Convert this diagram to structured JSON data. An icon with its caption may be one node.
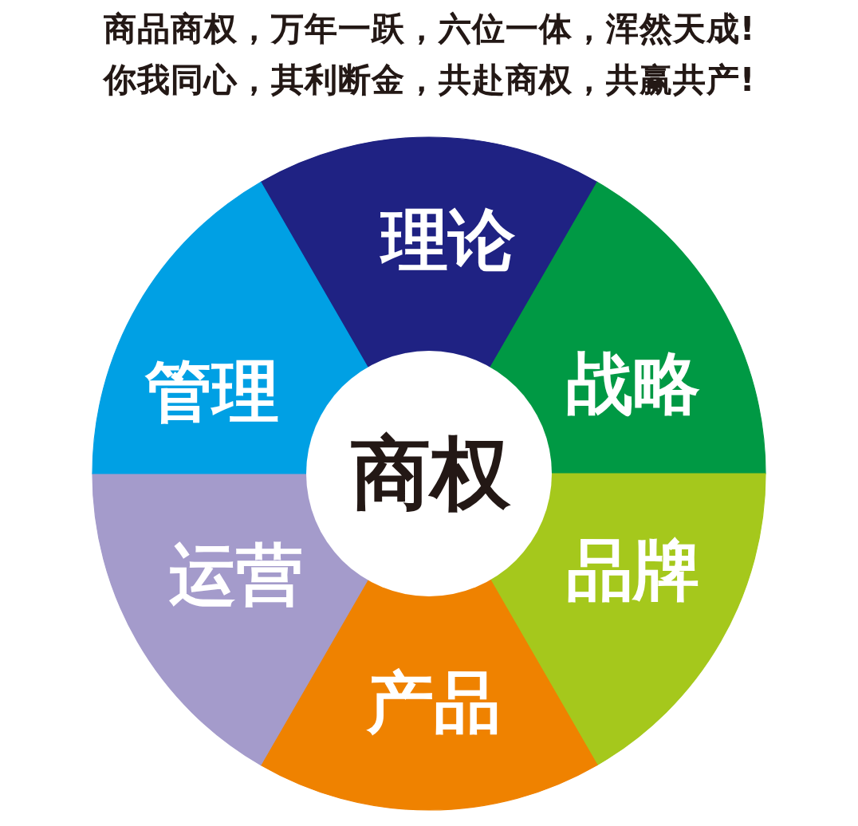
{
  "diagram": {
    "nodes": [
      {
        "text": [
          "商权"
        ]
      },
      {
        "text": [
          "理论"
        ]
      },
      {
        "text": [
          "战略"
        ]
      },
      {
        "text": [
          "品牌"
        ]
      },
      {
        "text": [
          "产品"
        ]
      },
      {
        "text": [
          "运营"
        ]
      },
      {
        "text": [
          "管理"
        ]
      }
    ],
    "labels": [
      "商品商权，万年一跃，六位一体，浑然天成!",
      "你我同心，其利断金，共赴商权，共赢共产!"
    ]
  }
}
